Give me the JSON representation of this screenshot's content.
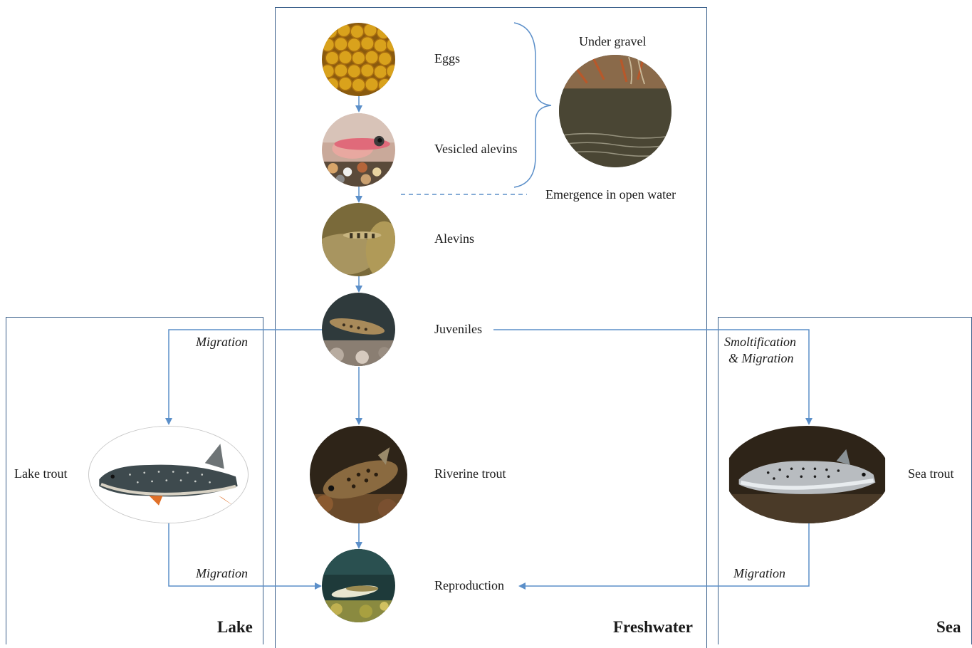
{
  "zones": {
    "freshwater": "Freshwater",
    "lake": "Lake",
    "sea": "Sea"
  },
  "stages": {
    "eggs": "Eggs",
    "vesicled_alevins": "Vesicled alevins",
    "alevins": "Alevins",
    "juveniles": "Juveniles",
    "riverine_trout": "Riverine trout",
    "reproduction": "Reproduction"
  },
  "habitat": {
    "under_gravel": "Under gravel",
    "emergence": "Emergence in open water"
  },
  "morphs": {
    "lake_trout": "Lake trout",
    "sea_trout": "Sea trout"
  },
  "transitions": {
    "lake_out": "Migration",
    "lake_back": "Migration",
    "sea_out_line1": "Smoltification",
    "sea_out_line2": "& Migration",
    "sea_back": "Migration"
  },
  "colors": {
    "arrow": "#5b8fc9",
    "border": "#3a5f8a"
  }
}
